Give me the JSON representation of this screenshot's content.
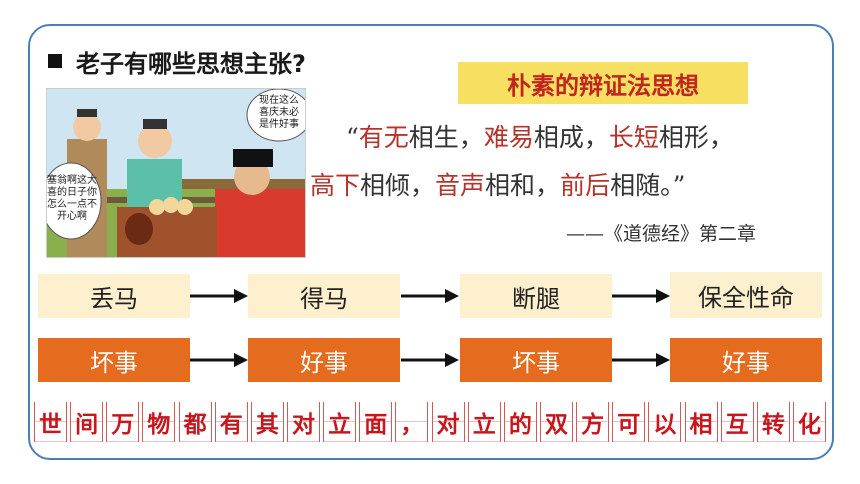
{
  "title": "老子有哪些思想主张?",
  "badge": "朴素的辩证法思想",
  "comic": {
    "bubble_right": [
      "现在这么",
      "喜庆未必",
      "是件好事"
    ],
    "bubble_left": [
      "塞翁啊这大",
      "喜的日子你",
      "怎么一点不",
      "开心啊"
    ]
  },
  "quote": {
    "line1": [
      {
        "t": "“",
        "r": false
      },
      {
        "t": "有无",
        "r": true
      },
      {
        "t": "相生，",
        "r": false
      },
      {
        "t": "难易",
        "r": true
      },
      {
        "t": "相成，",
        "r": false
      },
      {
        "t": "长短",
        "r": true
      },
      {
        "t": "相形，",
        "r": false
      }
    ],
    "line2": [
      {
        "t": "高下",
        "r": true
      },
      {
        "t": "相倾，",
        "r": false
      },
      {
        "t": "音声",
        "r": true
      },
      {
        "t": "相和，",
        "r": false
      },
      {
        "t": "前后",
        "r": true
      },
      {
        "t": "相随。”",
        "r": false
      }
    ],
    "source": "——《道德经》第二章"
  },
  "flow_top": [
    "丢马",
    "得马",
    "断腿",
    "保全性命"
  ],
  "flow_bottom": [
    "坏事",
    "好事",
    "坏事",
    "好事"
  ],
  "banner": "世间万物都有其对立面，对立的双方可以相互转化",
  "colors": {
    "accent_red": "#b4332b",
    "orange": "#e56b1f",
    "cream": "#fdf0cf",
    "yellow": "#f7df62"
  }
}
